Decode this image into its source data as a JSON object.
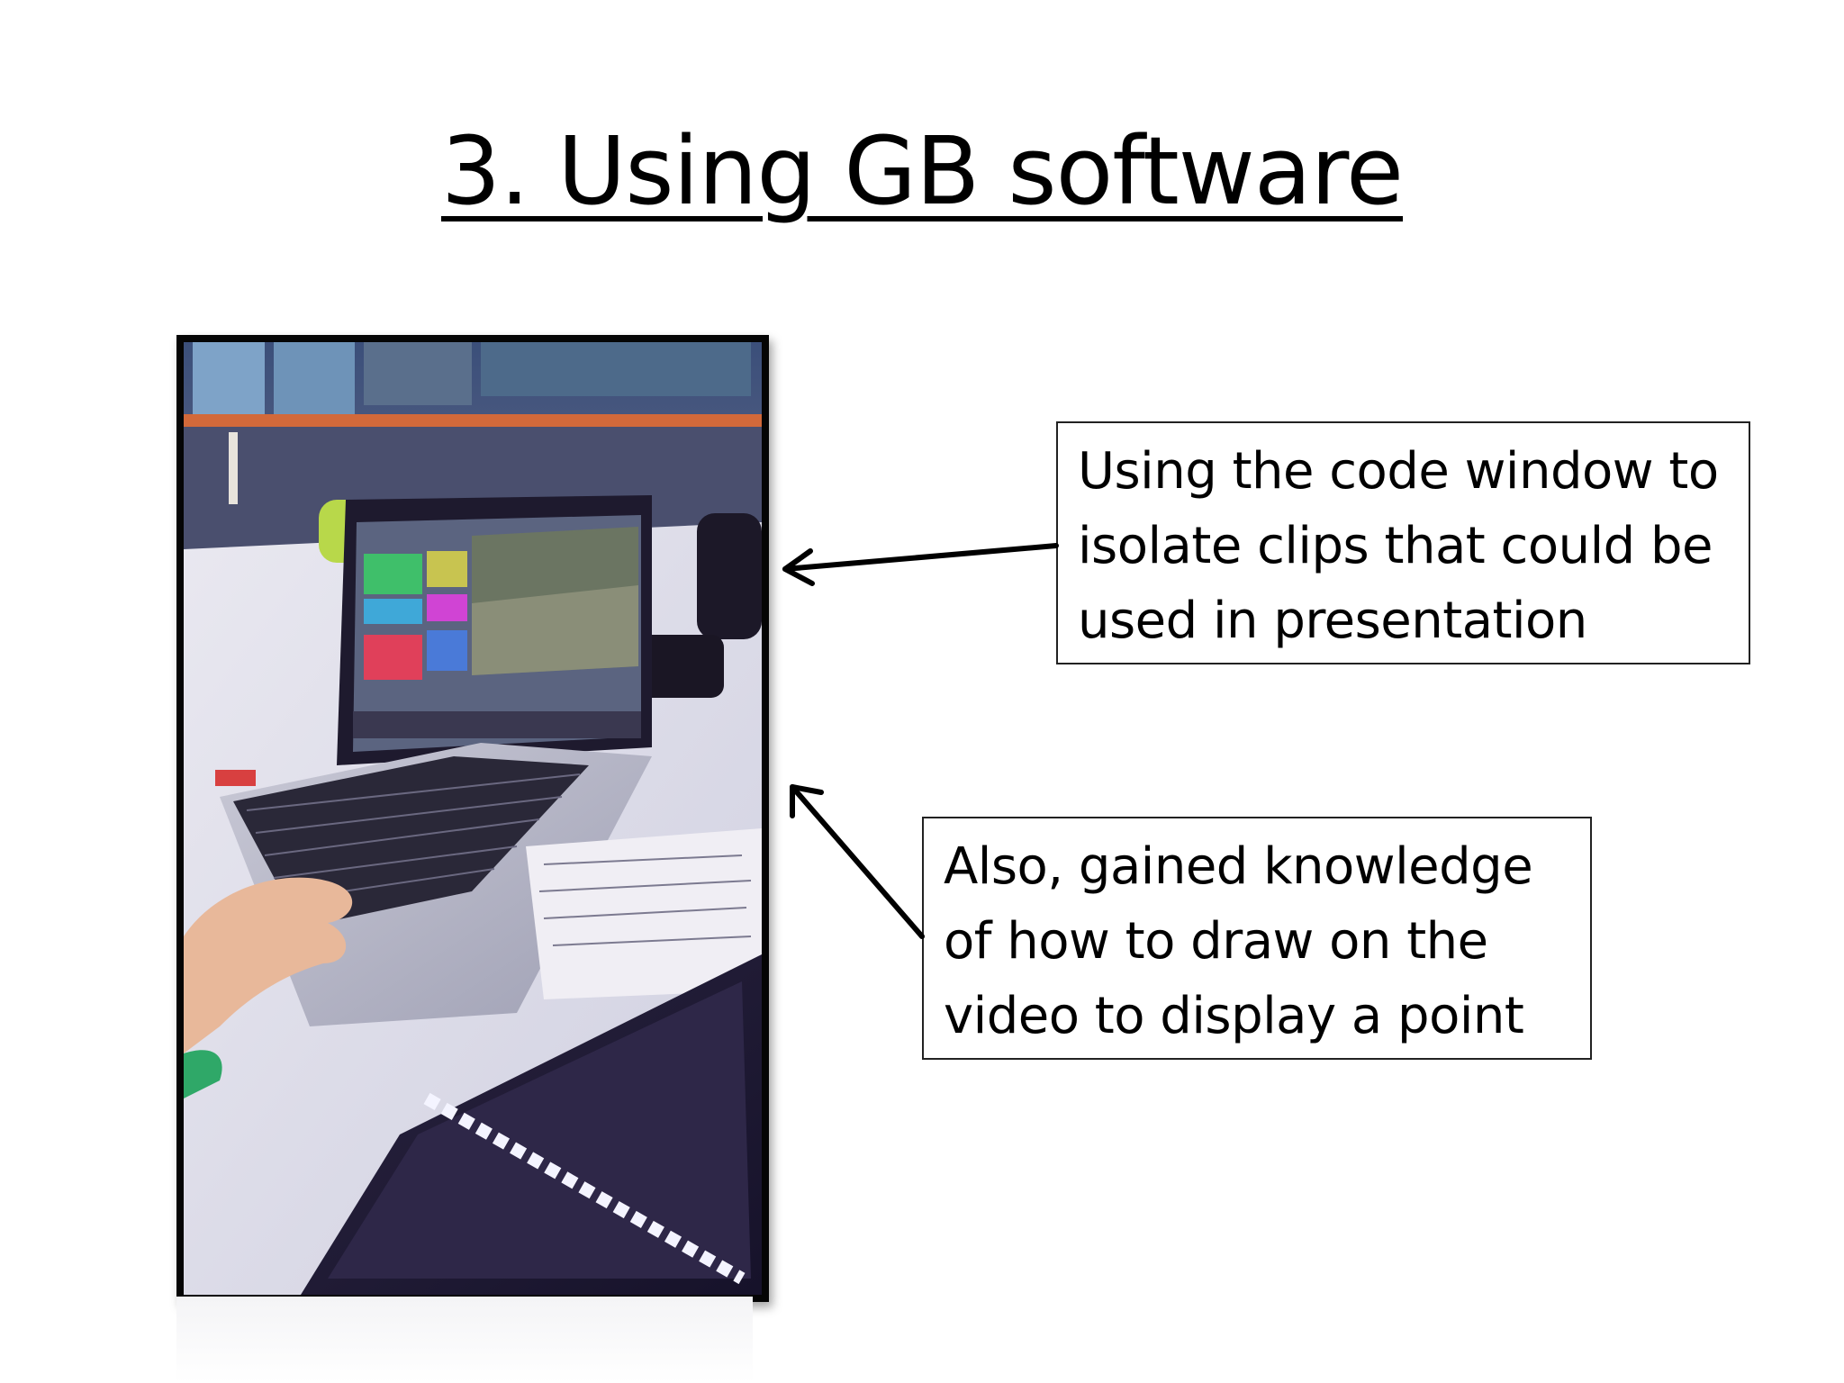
{
  "slide": {
    "title": "3. Using GB software",
    "photo": {
      "icon": "photo-laptop-desk",
      "description_colors": {
        "frame": "#050505",
        "screen_green": "#3fbf6a",
        "screen_magenta": "#d044d4",
        "screen_red": "#e0405a",
        "screen_cyan": "#3fa8d8"
      }
    },
    "callouts": [
      {
        "text_lines": [
          "Using the code window to",
          "isolate clips that could be",
          "used in presentation"
        ]
      },
      {
        "text_lines": [
          "Also, gained knowledge",
          "of how to draw on the",
          "video to display a point"
        ]
      }
    ]
  }
}
